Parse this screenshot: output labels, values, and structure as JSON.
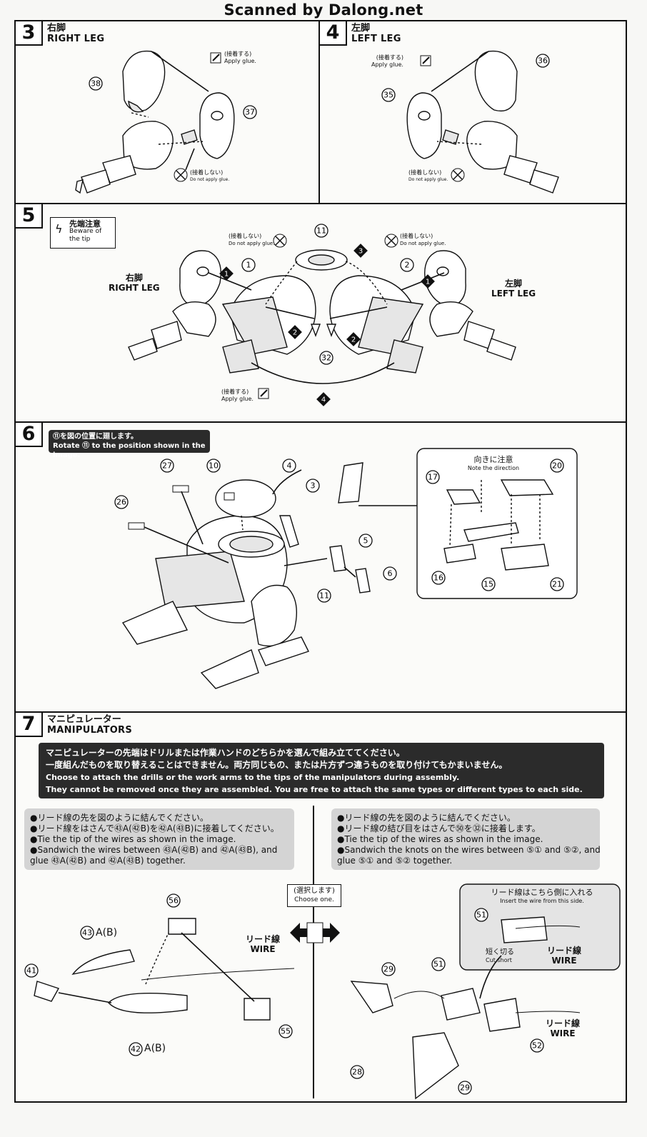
{
  "watermark": "Scanned by Dalong.net",
  "step3": {
    "number": "3",
    "title_jp": "右脚",
    "title_en": "RIGHT LEG",
    "glue_jp": "(接着する)",
    "glue_en": "Apply glue.",
    "noglue_jp": "(接着しない)",
    "noglue_en": "Do not apply glue.",
    "parts": [
      "38",
      "37"
    ]
  },
  "step4": {
    "number": "4",
    "title_jp": "左脚",
    "title_en": "LEFT LEG",
    "glue_jp": "(接着する)",
    "glue_en": "Apply glue.",
    "noglue_jp": "(接着しない)",
    "noglue_en": "Do not apply glue.",
    "parts": [
      "36",
      "35"
    ]
  },
  "step5": {
    "number": "5",
    "caution_jp": "先端注意",
    "caution_en1": "Beware of",
    "caution_en2": "the tip",
    "right_jp": "右脚",
    "right_en": "RIGHT LEG",
    "left_jp": "左脚",
    "left_en": "LEFT LEG",
    "noglue_jp": "(接着しない)",
    "noglue_en": "Do not apply glue.",
    "glue_jp": "(接着する)",
    "glue_en": "Apply glue.",
    "parts": [
      "11",
      "1",
      "2",
      "32"
    ],
    "order": [
      "1",
      "2",
      "3",
      "4"
    ]
  },
  "step6": {
    "number": "6",
    "note_jp": "⑪を図の位置に廻します。",
    "note_en": "Rotate ⑪ to the position shown in the image.",
    "direction_jp": "向きに注意",
    "direction_en": "Note the direction",
    "parts": [
      "27",
      "10",
      "4",
      "3",
      "26",
      "5",
      "6",
      "11",
      "17",
      "20",
      "16",
      "15",
      "21"
    ]
  },
  "step7": {
    "number": "7",
    "title_jp": "マニピュレーター",
    "title_en": "MANIPULATORS",
    "bar_jp1": "マニピュレーターの先端はドリルまたは作業ハンドのどちらかを選んで組み立ててください。",
    "bar_jp2": "一度組んだものを取り替えることはできません。両方同じもの、または片方ずつ違うものを取り付けてもかまいません。",
    "bar_en1": "Choose to attach the drills or the work arms to the tips of the manipulators during assembly.",
    "bar_en2": "They cannot be removed once they are assembled. You are free to attach the same types or different types to each side.",
    "left_box": [
      "●リード線の先を図のように結んでください。",
      "●リード線をはさんで㊸A(㊷B)を㊷A(㊸B)に接着してください。",
      "●Tie the tip of the wires as shown in the image.",
      "●Sandwich the wires between ㊸A(㊷B) and ㊷A(㊸B), and",
      "  glue ㊸A(㊷B) and ㊷A(㊸B) together."
    ],
    "right_box": [
      "●リード線の先を図のように結んでください。",
      "●リード線の結び目をはさんで㊿を㉜に接着します。",
      "●Tie the tip of the wires as shown in the image.",
      "●Sandwich the knots on the wires between ⑤① and ⑤②, and",
      "  glue ⑤① and ⑤② together."
    ],
    "choose_jp": "(選択します)",
    "choose_en": "Choose one.",
    "wire_jp": "リード線",
    "wire_en": "WIRE",
    "inset_jp": "リード線はこちら側に入れる",
    "inset_en": "Insert the wire from this side.",
    "cut_jp": "短く切る",
    "cut_en": "Cut short",
    "label_43a": "A(",
    "label_42b": "B)",
    "label_42a": "A(",
    "label_43b": "B)",
    "parts_left": [
      "56",
      "43",
      "42",
      "41",
      "55"
    ],
    "parts_right": [
      "51",
      "29",
      "28",
      "52"
    ]
  }
}
